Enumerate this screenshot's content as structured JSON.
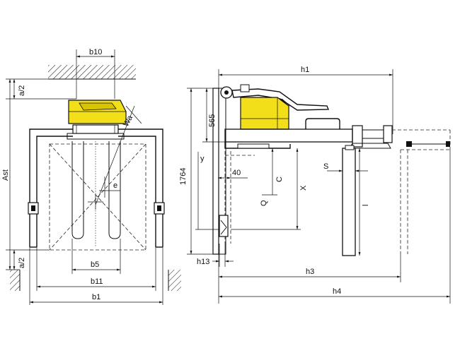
{
  "labels": {
    "b10": "b10",
    "a_half": "a/2",
    "ast": "Ast",
    "wa": "Wa",
    "e": "e",
    "b5": "b5",
    "b11": "b11",
    "b1": "b1",
    "h1": "h1",
    "h565": "565",
    "h1764": "1764",
    "y": "y",
    "d40": "40",
    "c": "C",
    "x": "X",
    "q": "Q",
    "s": "S",
    "l": "l",
    "h13": "h13",
    "h3": "h3",
    "h4": "h4"
  },
  "colors": {
    "line": "#111111",
    "battery_yellow": "#f2df1a",
    "battery_shadow": "#c9b400",
    "background": "#ffffff"
  }
}
